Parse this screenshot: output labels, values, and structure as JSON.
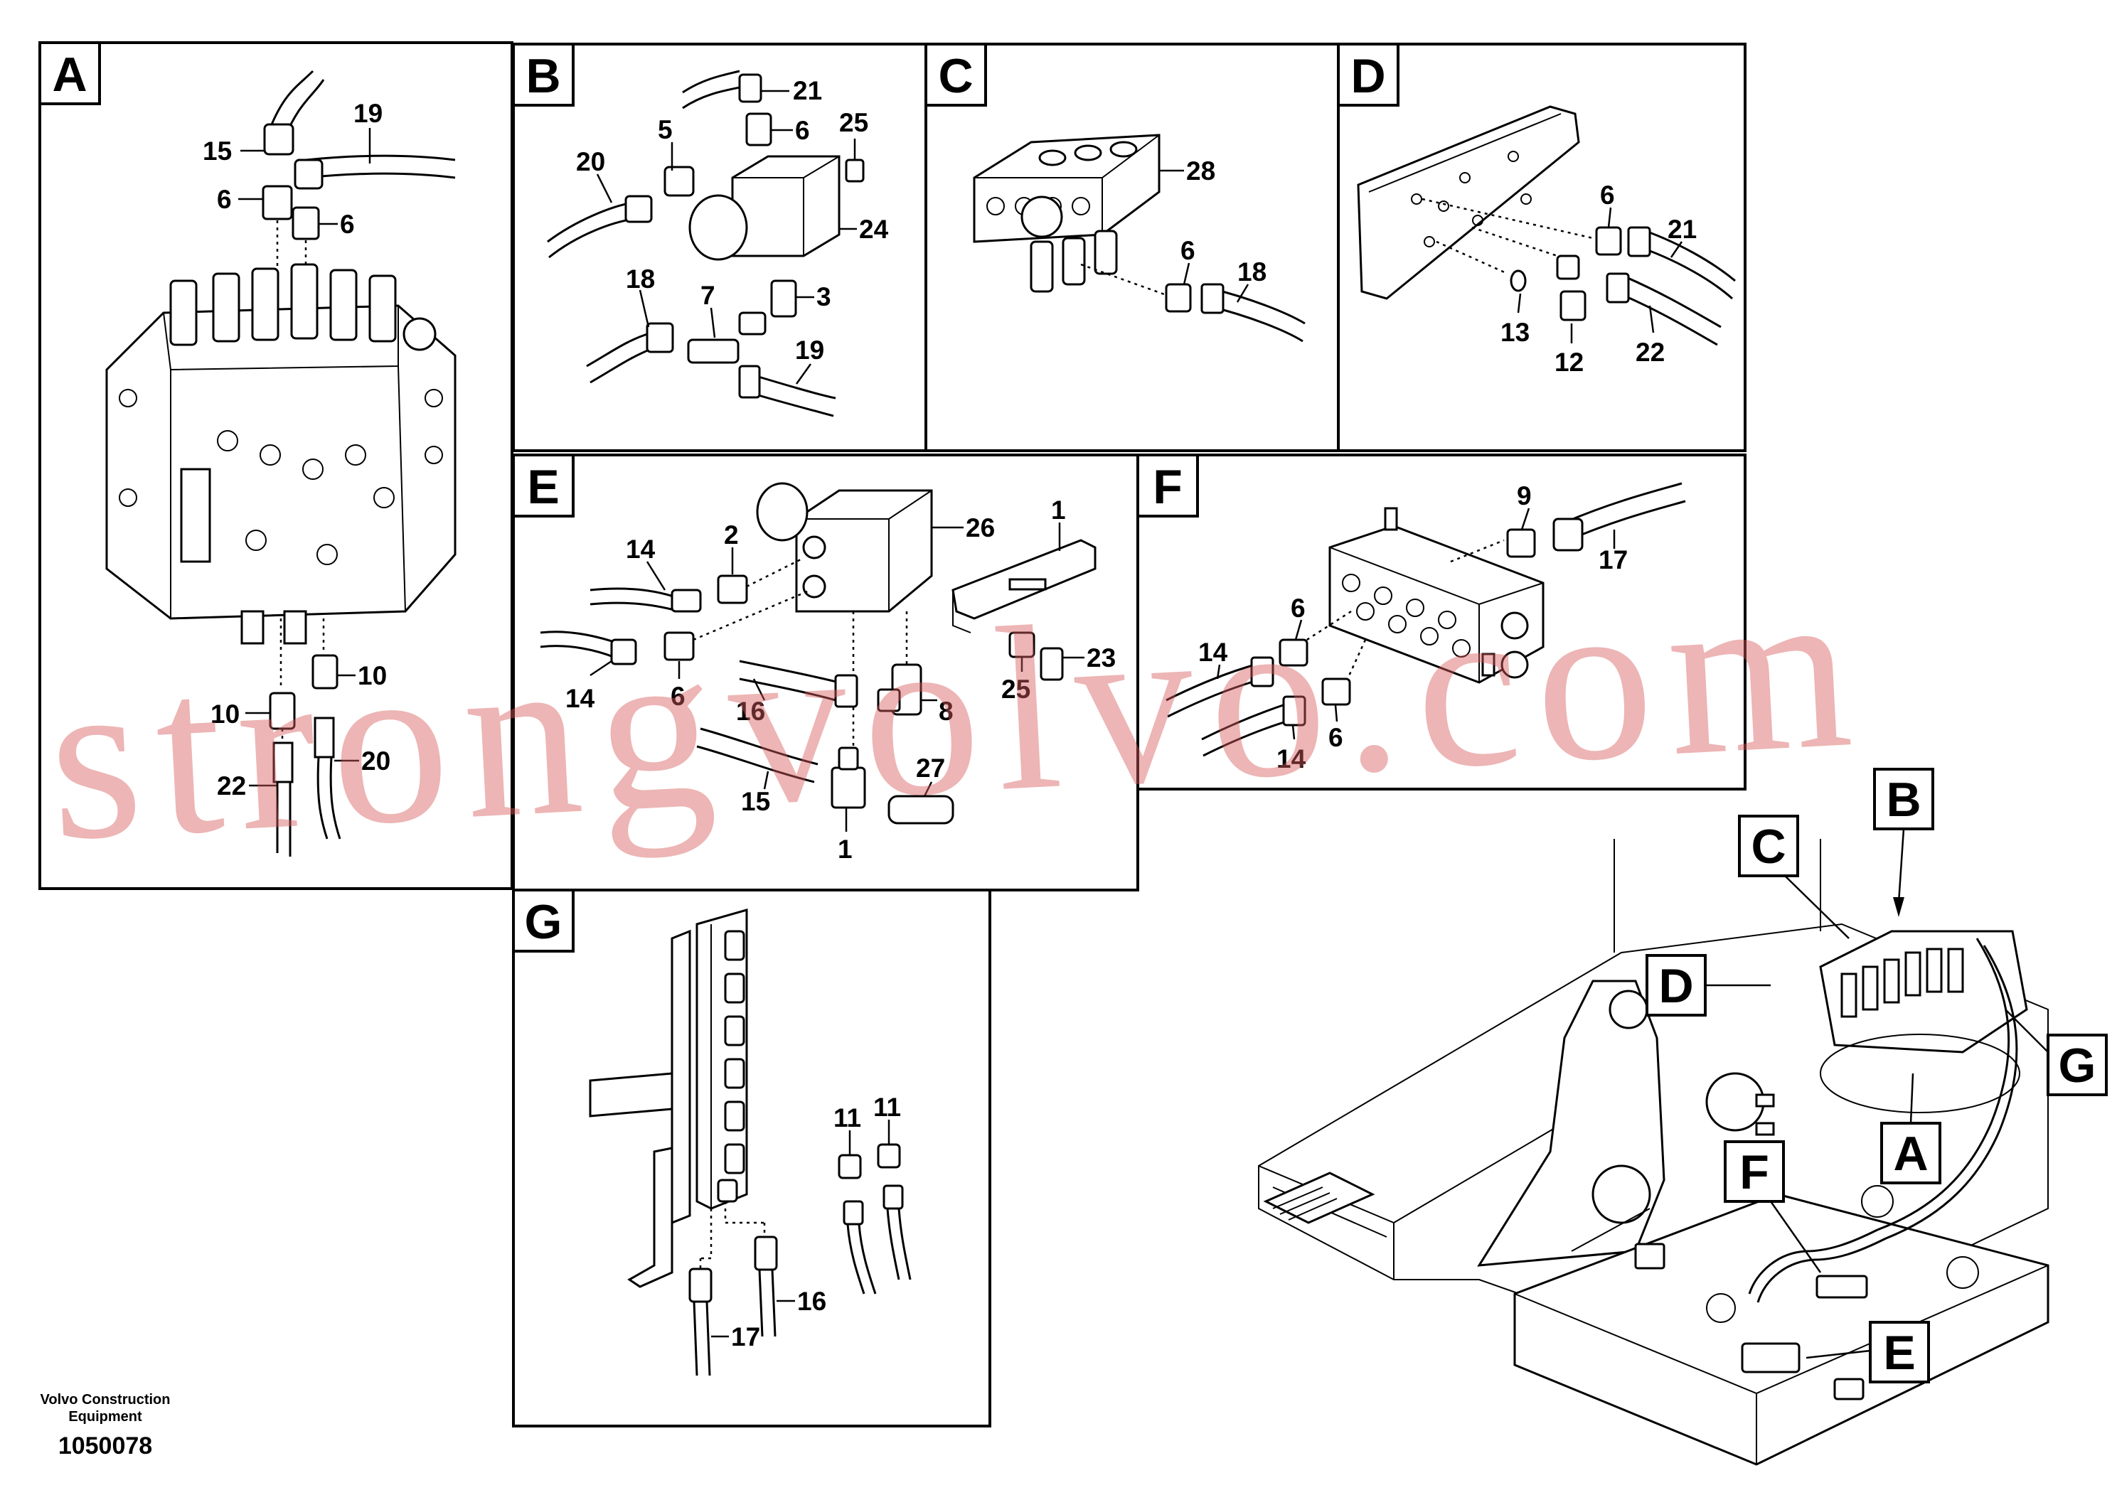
{
  "panels": {
    "A": {
      "label": "A",
      "numbers": [
        "15",
        "19",
        "6",
        "6",
        "10",
        "10",
        "22",
        "20"
      ]
    },
    "B": {
      "label": "B",
      "numbers": [
        "21",
        "5",
        "6",
        "25",
        "20",
        "24",
        "18",
        "7",
        "3",
        "19"
      ]
    },
    "C": {
      "label": "C",
      "numbers": [
        "28",
        "6",
        "18"
      ]
    },
    "D": {
      "label": "D",
      "numbers": [
        "6",
        "21",
        "13",
        "12",
        "22"
      ]
    },
    "E": {
      "label": "E",
      "numbers": [
        "26",
        "1",
        "14",
        "2",
        "14",
        "6",
        "16",
        "8",
        "25",
        "23",
        "15",
        "27",
        "1"
      ]
    },
    "F": {
      "label": "F",
      "numbers": [
        "9",
        "17",
        "6",
        "14",
        "14",
        "6"
      ]
    },
    "G": {
      "label": "G",
      "numbers": [
        "11",
        "11",
        "16",
        "17"
      ]
    }
  },
  "overview": {
    "callouts": [
      "B",
      "C",
      "D",
      "G",
      "A",
      "F",
      "E"
    ]
  },
  "footer": {
    "company_line1": "Volvo Construction",
    "company_line2": "Equipment",
    "doc_number": "1050078"
  },
  "watermark": {
    "text": "strongvolvo.com",
    "color": "#d65c5c"
  }
}
